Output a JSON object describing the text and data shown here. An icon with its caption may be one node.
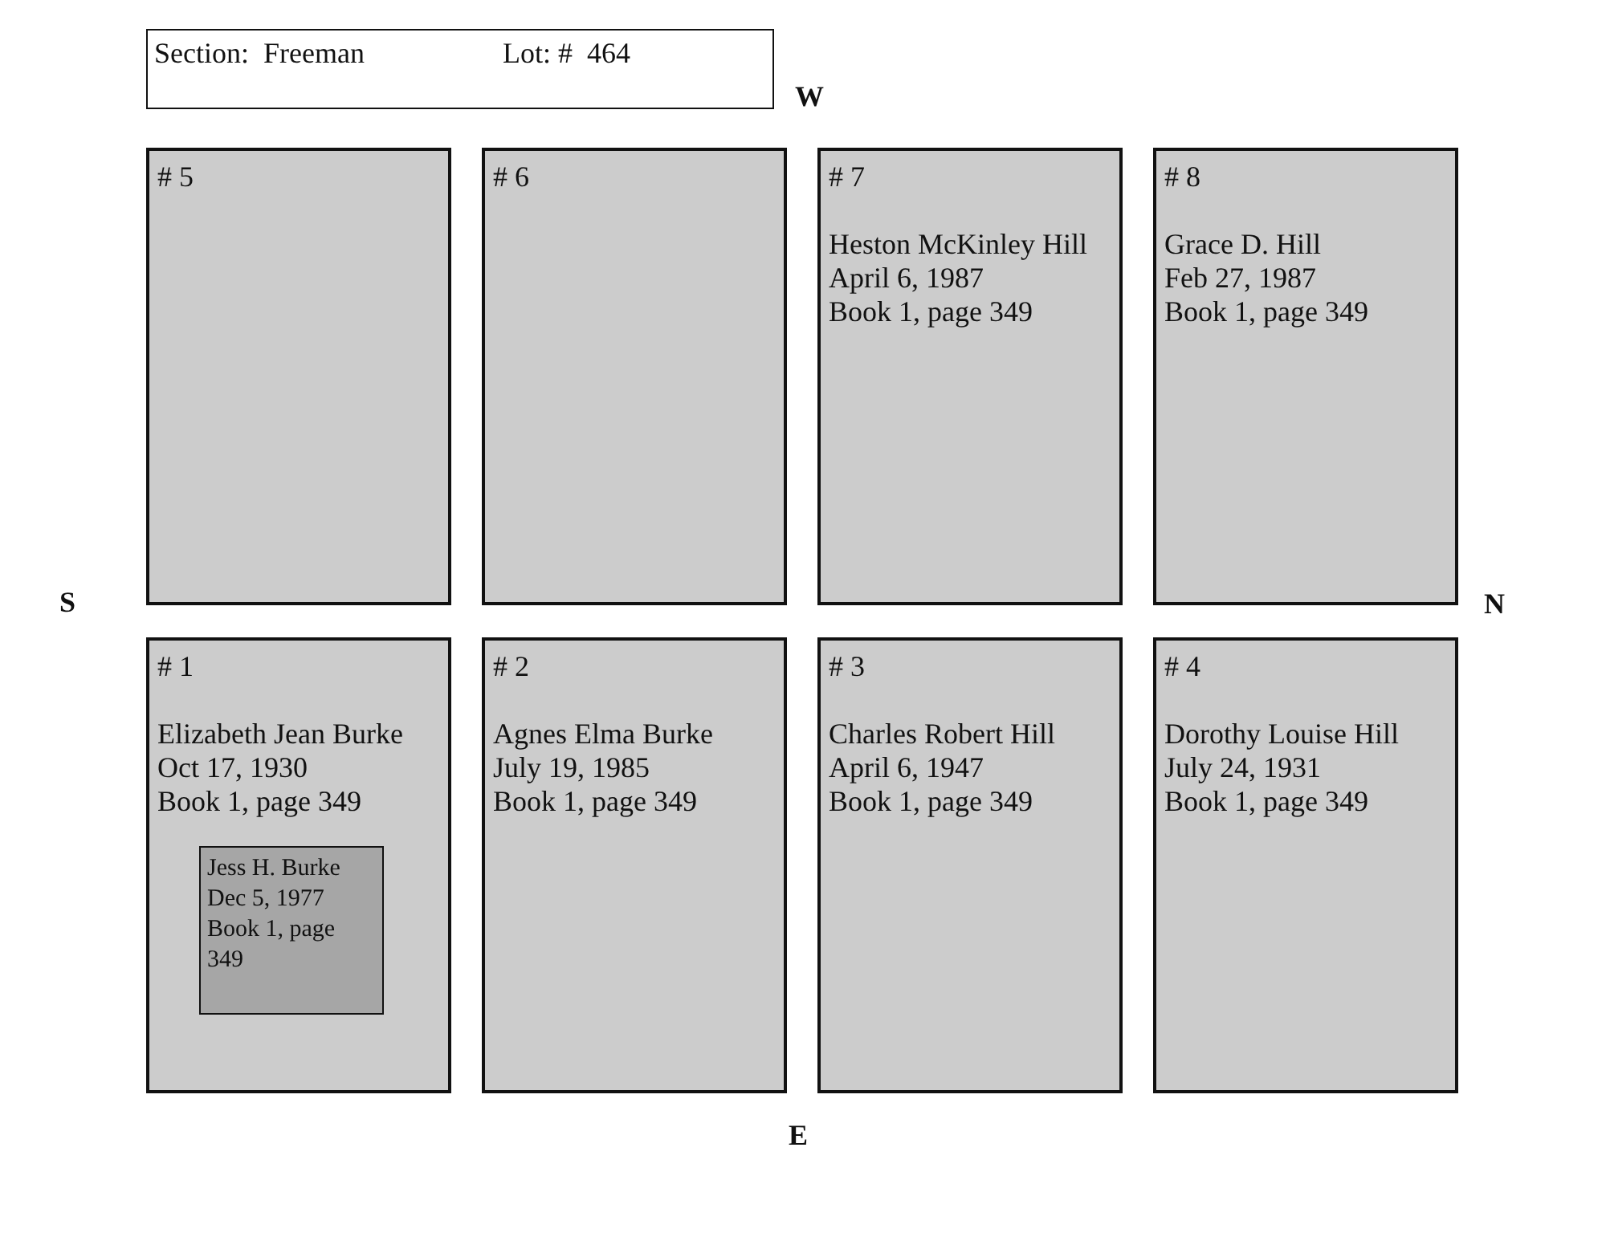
{
  "diagram": {
    "nodes": [
      {
        "text": [
          "Section:  Freeman",
          "Lot: #  464"
        ]
      },
      {
        "text": [
          "# 5"
        ]
      },
      {
        "text": [
          "# 6"
        ]
      },
      {
        "text": [
          "# 7",
          "Heston McKinley Hill",
          "April 6, 1987",
          "Book 1, page 349"
        ]
      },
      {
        "text": [
          "# 8",
          "Grace D. Hill",
          "Feb 27, 1987",
          "Book 1, page 349"
        ]
      },
      {
        "text": [
          "# 1",
          "Elizabeth Jean Burke",
          "Oct 17, 1930",
          "Book 1, page 349"
        ]
      },
      {
        "text": [
          "Jess H. Burke",
          "Dec 5, 1977",
          "Book 1, page 349"
        ],
        "in": 5
      },
      {
        "text": [
          "# 2",
          "Agnes Elma Burke",
          "July 19, 1985",
          "Book 1, page 349"
        ]
      },
      {
        "text": [
          "# 3",
          "Charles Robert Hill",
          "April 6, 1947",
          "Book 1, page 349"
        ]
      },
      {
        "text": [
          "# 4",
          "Dorothy Louise Hill",
          "July 24, 1931",
          "Book 1, page 349"
        ]
      }
    ],
    "edges": [],
    "labels": [
      "W",
      "S",
      "N",
      "E"
    ]
  }
}
